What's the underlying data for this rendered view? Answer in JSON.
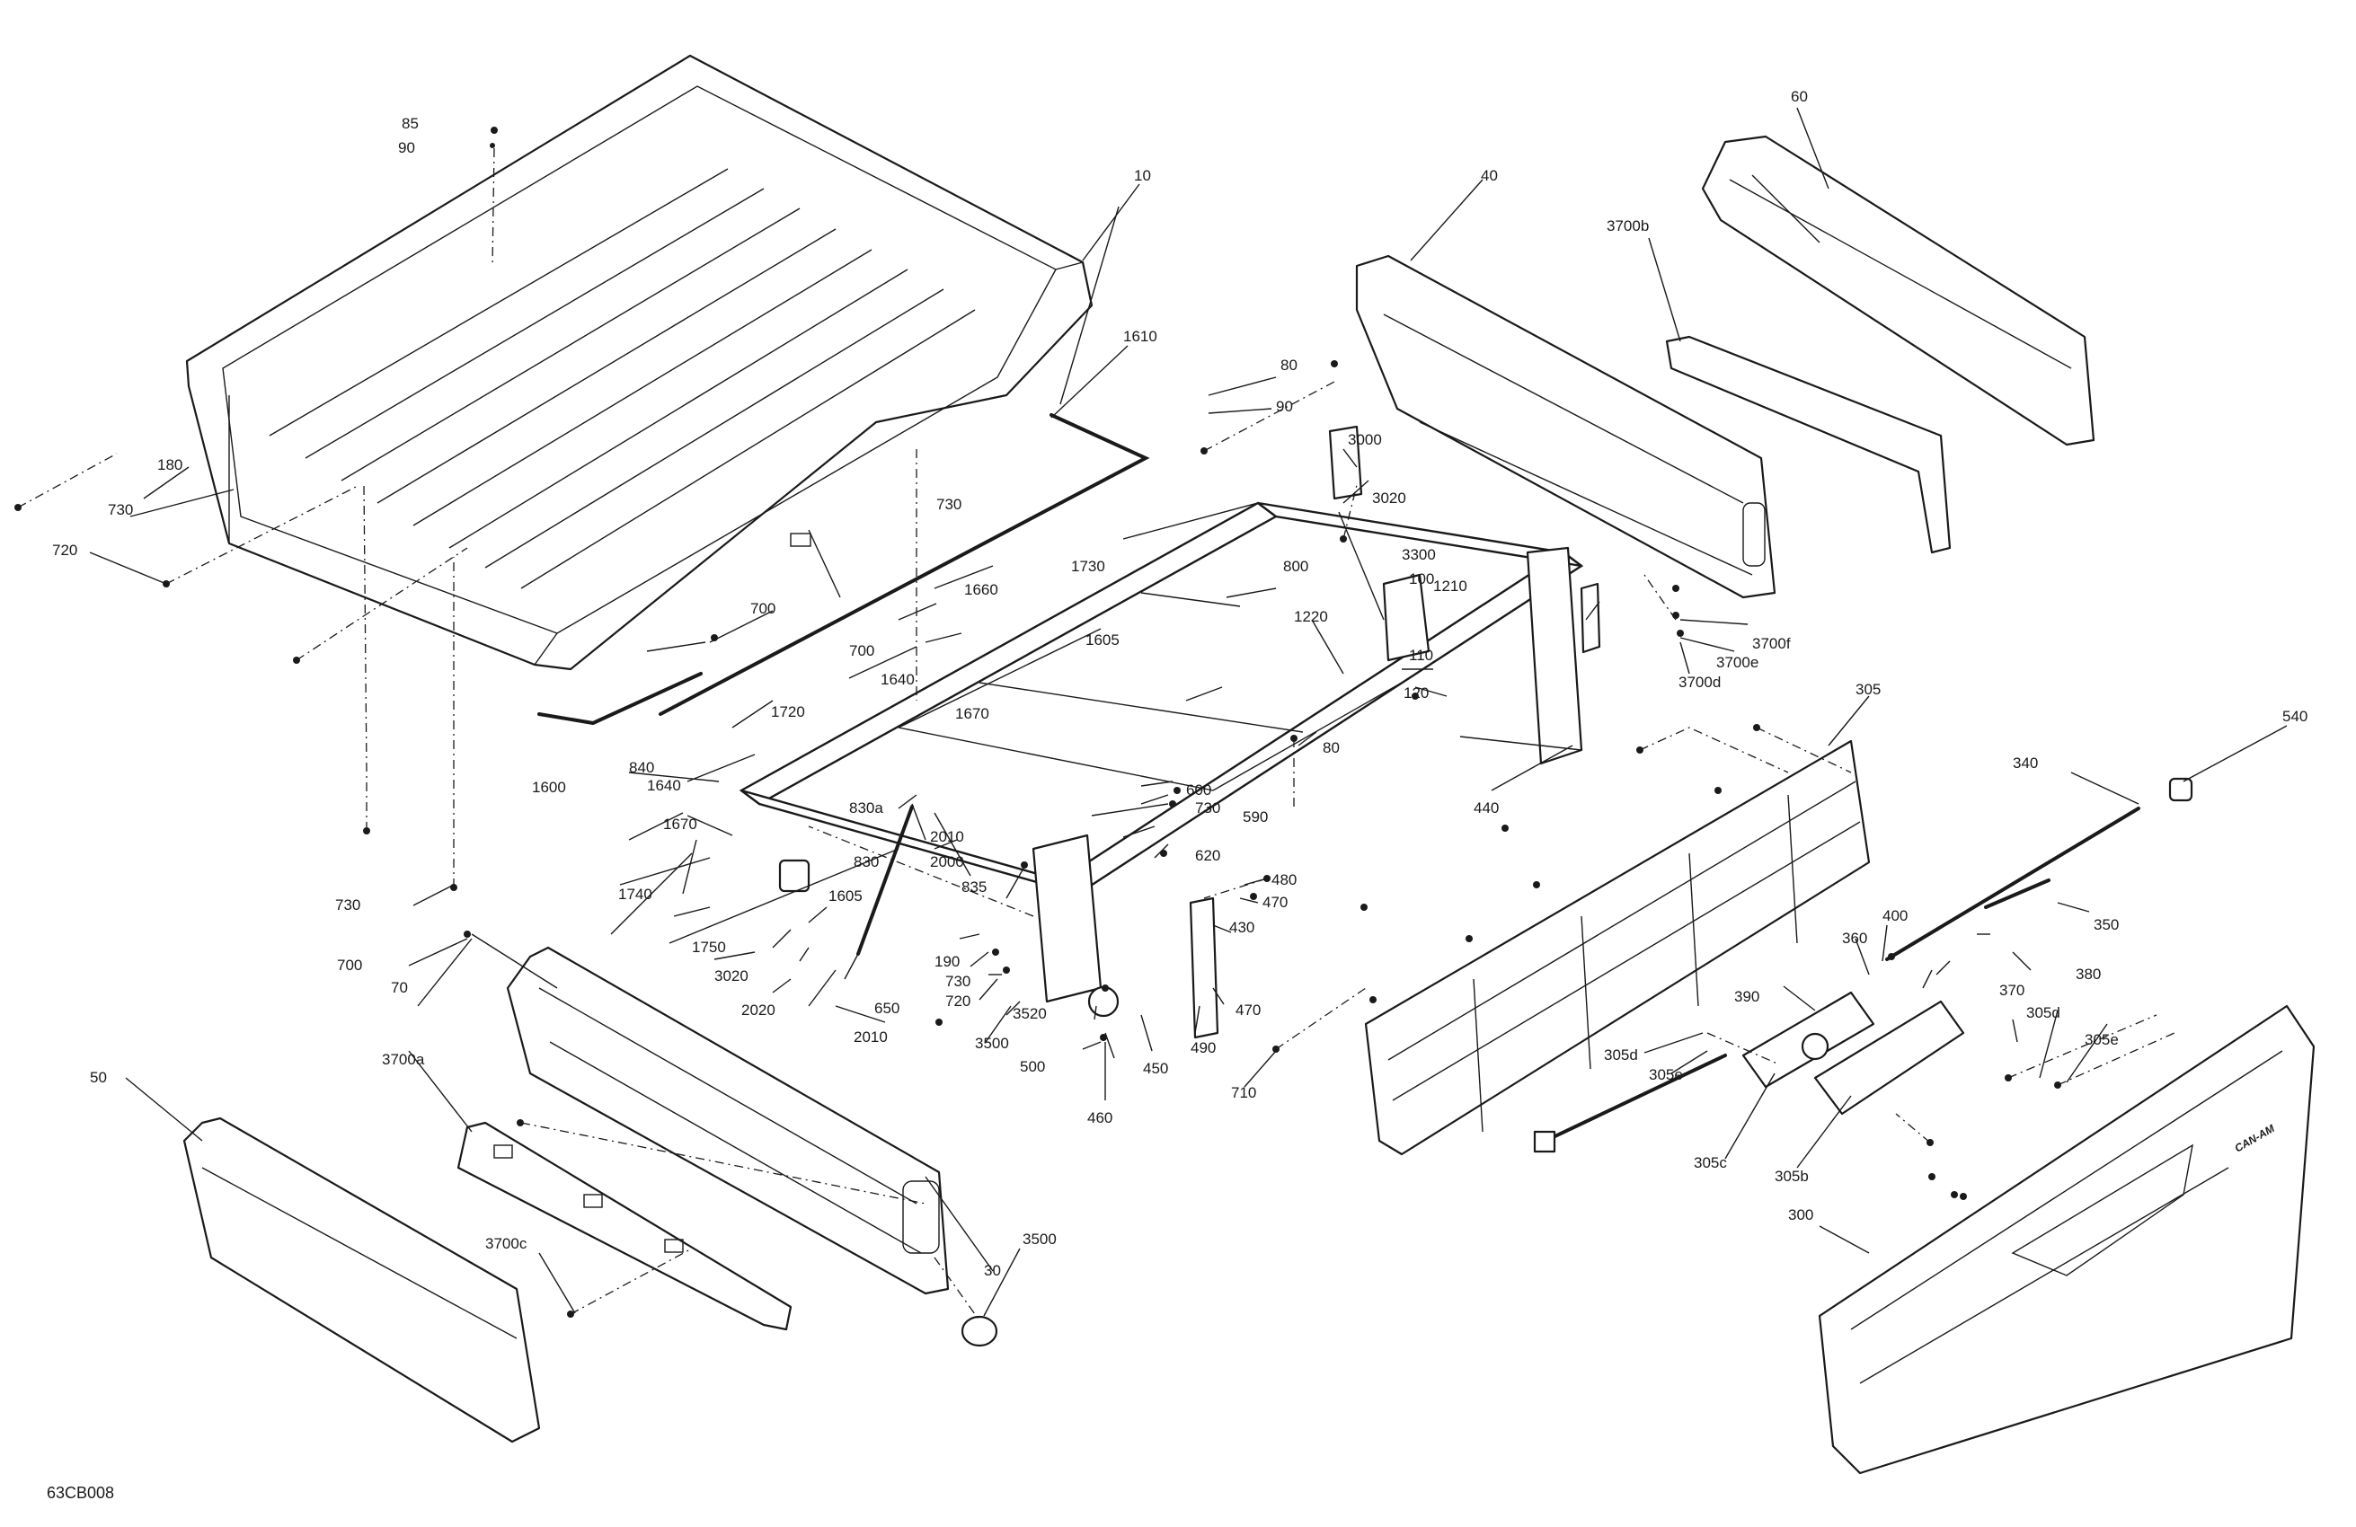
{
  "drawing_code": "63CB008",
  "logo_text": "CAN-AM",
  "callouts": [
    "10",
    "30",
    "40",
    "50",
    "60",
    "70",
    "80",
    "80",
    "85",
    "90",
    "90",
    "100",
    "110",
    "120",
    "180",
    "190",
    "300",
    "305",
    "305b",
    "305c",
    "305d",
    "305d",
    "305e",
    "305e",
    "340",
    "350",
    "360",
    "370",
    "380",
    "390",
    "400",
    "430",
    "440",
    "450",
    "460",
    "470",
    "470",
    "480",
    "490",
    "500",
    "540",
    "590",
    "600",
    "620",
    "650",
    "700",
    "700",
    "700",
    "710",
    "720",
    "720",
    "730",
    "730",
    "730",
    "730",
    "730",
    "800",
    "830",
    "830a",
    "835",
    "840",
    "1210",
    "1220",
    "1600",
    "1605",
    "1605",
    "1610",
    "1640",
    "1640",
    "1660",
    "1670",
    "1670",
    "1720",
    "1730",
    "1740",
    "1750",
    "2000",
    "2010",
    "2010",
    "2020",
    "3000",
    "3020",
    "3020",
    "3300",
    "3500",
    "3500",
    "3520",
    "3700a",
    "3700b",
    "3700c",
    "3700d",
    "3700e",
    "3700f"
  ]
}
